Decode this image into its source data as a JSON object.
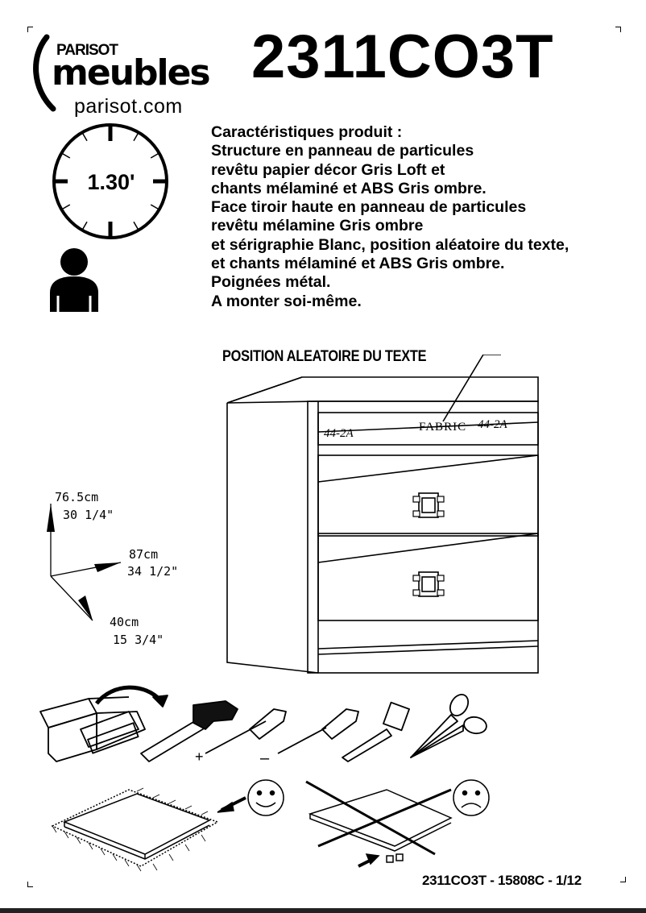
{
  "brand": {
    "name_top": "PARISOT",
    "name_main": "meubles",
    "url": "parisot.com"
  },
  "product_code": "2311CO3T",
  "assembly_time": "1.30'",
  "characteristics": [
    "Caractéristiques produit :",
    "Structure en panneau de particules",
    "revêtu papier décor Gris Loft et",
    "chants mélaminé et ABS Gris ombre.",
    "Face tiroir haute en panneau de particules",
    "revêtu mélamine Gris ombre",
    "et sérigraphie Blanc, position aléatoire du texte,",
    "et chants mélaminé et ABS Gris ombre.",
    "Poignées métal.",
    "A monter soi-même."
  ],
  "illustration": {
    "position_label": "POSITION ALEATOIRE DU TEXTE",
    "print_left": "44-2A",
    "print_center": "FABRIC",
    "print_right": "44-2A"
  },
  "dimensions": {
    "height_cm": "76.5cm",
    "height_in": "30 1/4\"",
    "width_cm": "87cm",
    "width_in": "34 1/2\"",
    "depth_cm": "40cm",
    "depth_in": "15 3/4\""
  },
  "tools": {
    "plus_sign": "+",
    "minus_sign": "–"
  },
  "footer": "2311CO3T  -  15808C  -  1/12",
  "icons": [
    "clock-icon",
    "person-icon",
    "toolbox-icon",
    "hammer-icon",
    "screwdriver-plus-icon",
    "screwdriver-minus-icon",
    "tape-measure-icon",
    "scissors-icon",
    "smiley-happy-icon",
    "smiley-sad-icon"
  ]
}
